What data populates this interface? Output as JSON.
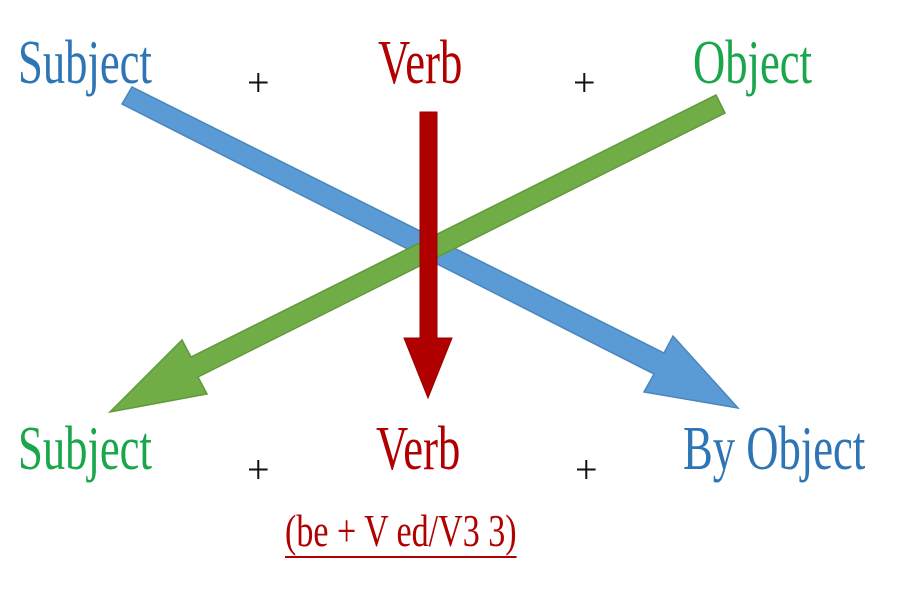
{
  "top_row": {
    "subject": "Subject",
    "plus_1": "+",
    "verb": "Verb",
    "plus_2": "+",
    "object": "Object"
  },
  "bottom_row": {
    "subject": "Subject",
    "plus_1": "+",
    "verb": "Verb",
    "plus_2": "+",
    "object": "By Object",
    "verb_formula": "(be + V  ed/V3  3)"
  },
  "colors": {
    "blue": "#2e75b6",
    "blue_arrow": "#5b9bd5",
    "green": "#1aa64a",
    "green_arrow": "#70ad47",
    "red": "#b00000"
  }
}
